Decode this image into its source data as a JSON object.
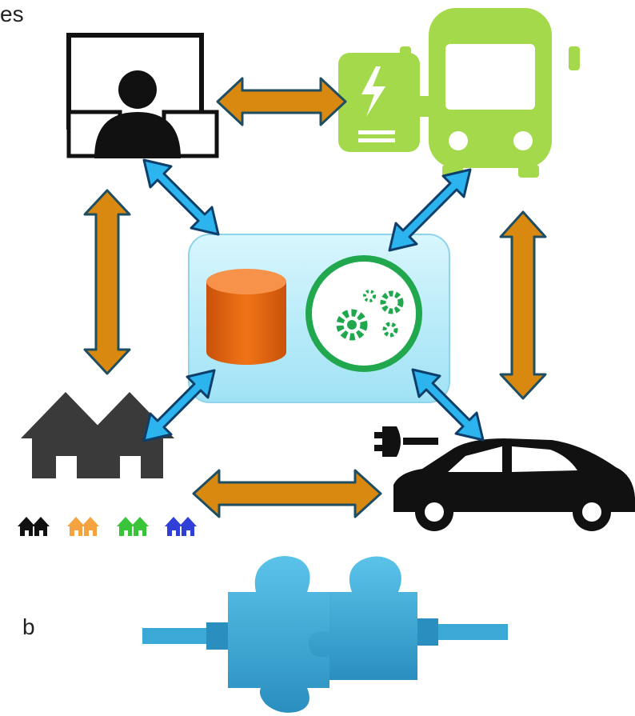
{
  "labels": {
    "top_left": "es",
    "bottom_left": "b"
  },
  "colors": {
    "orange_arrow": "#d9890f",
    "arrow_outline": "#1f4e63",
    "blue_arrow": "#2bb4ee",
    "blue_arrow_outline": "#0e3f6a",
    "bus_green": "#a3d94a",
    "hub_fill": "#bfeefb",
    "database_orange": "#e8650f",
    "gear_green": "#21a84f",
    "car_black": "#111111",
    "puzzle_blue": "#3aa9d6"
  },
  "house_colors": [
    "#111111",
    "#f5a340",
    "#39c43a",
    "#2f3fd8"
  ],
  "icons": {
    "operator": "operator-workstation-icon",
    "bus": "electric-bus-charger-icon",
    "hub": "data-and-control-hub",
    "database": "database-icon",
    "gears": "gears-icon",
    "houses": "houses-icon",
    "car": "electric-car-icon",
    "plug": "plug-icon",
    "puzzle": "puzzle-connector-icon"
  }
}
